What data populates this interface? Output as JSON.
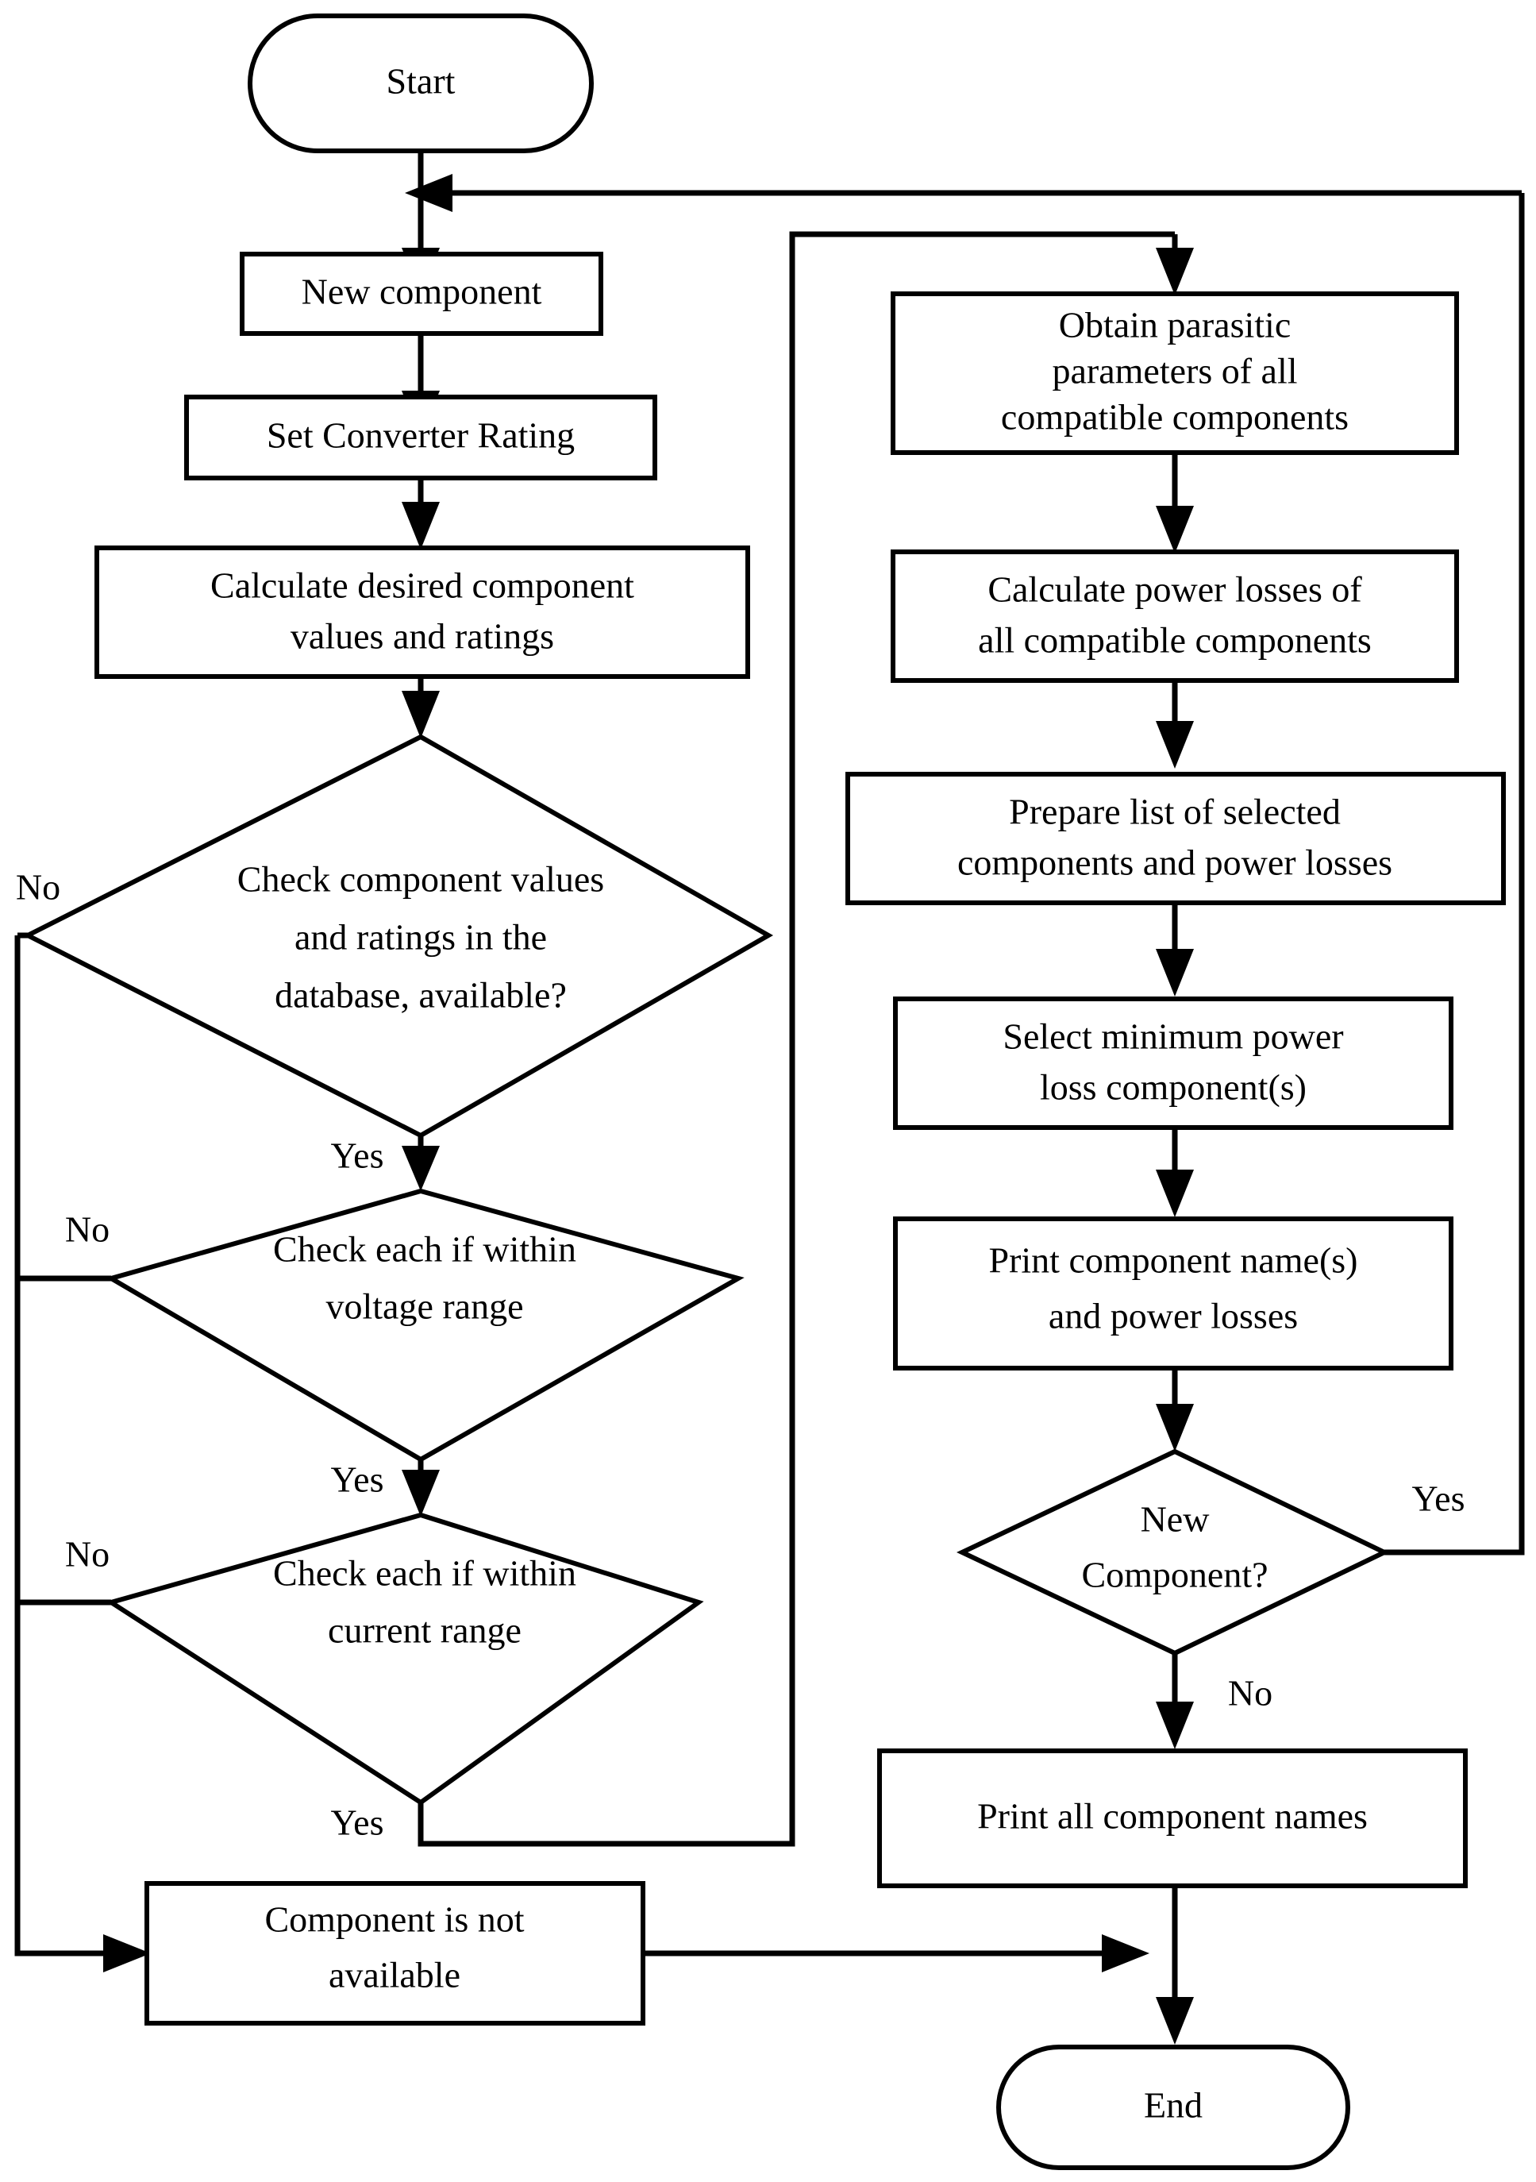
{
  "diagram": {
    "type": "flowchart",
    "title": "Component selection and power loss evaluation flowchart",
    "orientation": "two-column",
    "background_color": "#ffffff",
    "line_color": "#000000",
    "nodes": {
      "start": {
        "label": "Start",
        "shape": "terminator"
      },
      "new_component": {
        "label": "New component",
        "shape": "process"
      },
      "set_converter_rating": {
        "label": "Set Converter Rating",
        "shape": "process"
      },
      "calc_desired_line1": {
        "label": "Calculate desired component",
        "shape": "process"
      },
      "calc_desired_line2": {
        "label": "values and ratings",
        "shape": "process"
      },
      "check_db_line1": {
        "label": "Check component values",
        "shape": "decision"
      },
      "check_db_line2": {
        "label": "and ratings in the",
        "shape": "decision"
      },
      "check_db_line3": {
        "label": "database, available?",
        "shape": "decision"
      },
      "check_voltage_line1": {
        "label": "Check each if within",
        "shape": "decision"
      },
      "check_voltage_line2": {
        "label": "voltage range",
        "shape": "decision"
      },
      "check_current_line1": {
        "label": "Check each if within",
        "shape": "decision"
      },
      "check_current_line2": {
        "label": "current range",
        "shape": "decision"
      },
      "not_available_line1": {
        "label": "Component is not",
        "shape": "process"
      },
      "not_available_line2": {
        "label": "available",
        "shape": "process"
      },
      "obtain_parasitic_line1": {
        "label": "Obtain parasitic",
        "shape": "process"
      },
      "obtain_parasitic_line2": {
        "label": "parameters of all",
        "shape": "process"
      },
      "obtain_parasitic_line3": {
        "label": "compatible components",
        "shape": "process"
      },
      "calc_losses_line1": {
        "label": "Calculate power losses of",
        "shape": "process"
      },
      "calc_losses_line2": {
        "label": "all compatible components",
        "shape": "process"
      },
      "prepare_list_line1": {
        "label": "Prepare list of selected",
        "shape": "process"
      },
      "prepare_list_line2": {
        "label": "components and power losses",
        "shape": "process"
      },
      "select_min_line1": {
        "label": "Select minimum power",
        "shape": "process"
      },
      "select_min_line2": {
        "label": "loss component(s)",
        "shape": "process"
      },
      "print_names_line1": {
        "label": "Print component name(s)",
        "shape": "process"
      },
      "print_names_line2": {
        "label": "and power losses",
        "shape": "process"
      },
      "new_component_q_line1": {
        "label": "New",
        "shape": "decision"
      },
      "new_component_q_line2": {
        "label": "Component?",
        "shape": "decision"
      },
      "print_all": {
        "label": "Print all component names",
        "shape": "process"
      },
      "end": {
        "label": "End",
        "shape": "terminator"
      }
    },
    "edge_labels": {
      "db_no": "No",
      "db_yes": "Yes",
      "voltage_no": "No",
      "voltage_yes": "Yes",
      "current_no": "No",
      "current_yes": "Yes",
      "newcomp_yes": "Yes",
      "newcomp_no": "No"
    }
  }
}
